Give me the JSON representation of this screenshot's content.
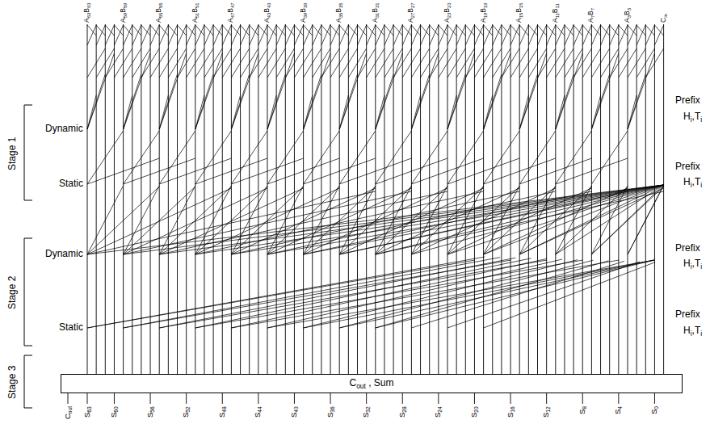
{
  "diagram": {
    "nodes": [
      {
        "text": [
          "Cout , Sum"
        ]
      }
    ],
    "labels": [
      "A63B63",
      "A59B59",
      "A55B55",
      "A51B51",
      "A47B47",
      "A43B43",
      "A39B39",
      "A35B35",
      "A31B31",
      "A27B27",
      "A23B23",
      "A19B19",
      "A15B15",
      "A11B11",
      "A7B7",
      "A3B3",
      "Cin",
      "Stage 1",
      "Dynamic",
      "Static",
      "Stage 2",
      "Dynamic",
      "Static",
      "Stage 3",
      "Prefix",
      "Hi,Ti",
      "Prefix",
      "Hi,Ti",
      "Prefix",
      "Hi,Ti",
      "Prefix",
      "Hi,Ti",
      "Cout",
      "S63",
      "S60",
      "S56",
      "S52",
      "S48",
      "S44",
      "S40",
      "S36",
      "S32",
      "S28",
      "S24",
      "S20",
      "S16",
      "S12",
      "S8",
      "S4",
      "S0"
    ]
  }
}
